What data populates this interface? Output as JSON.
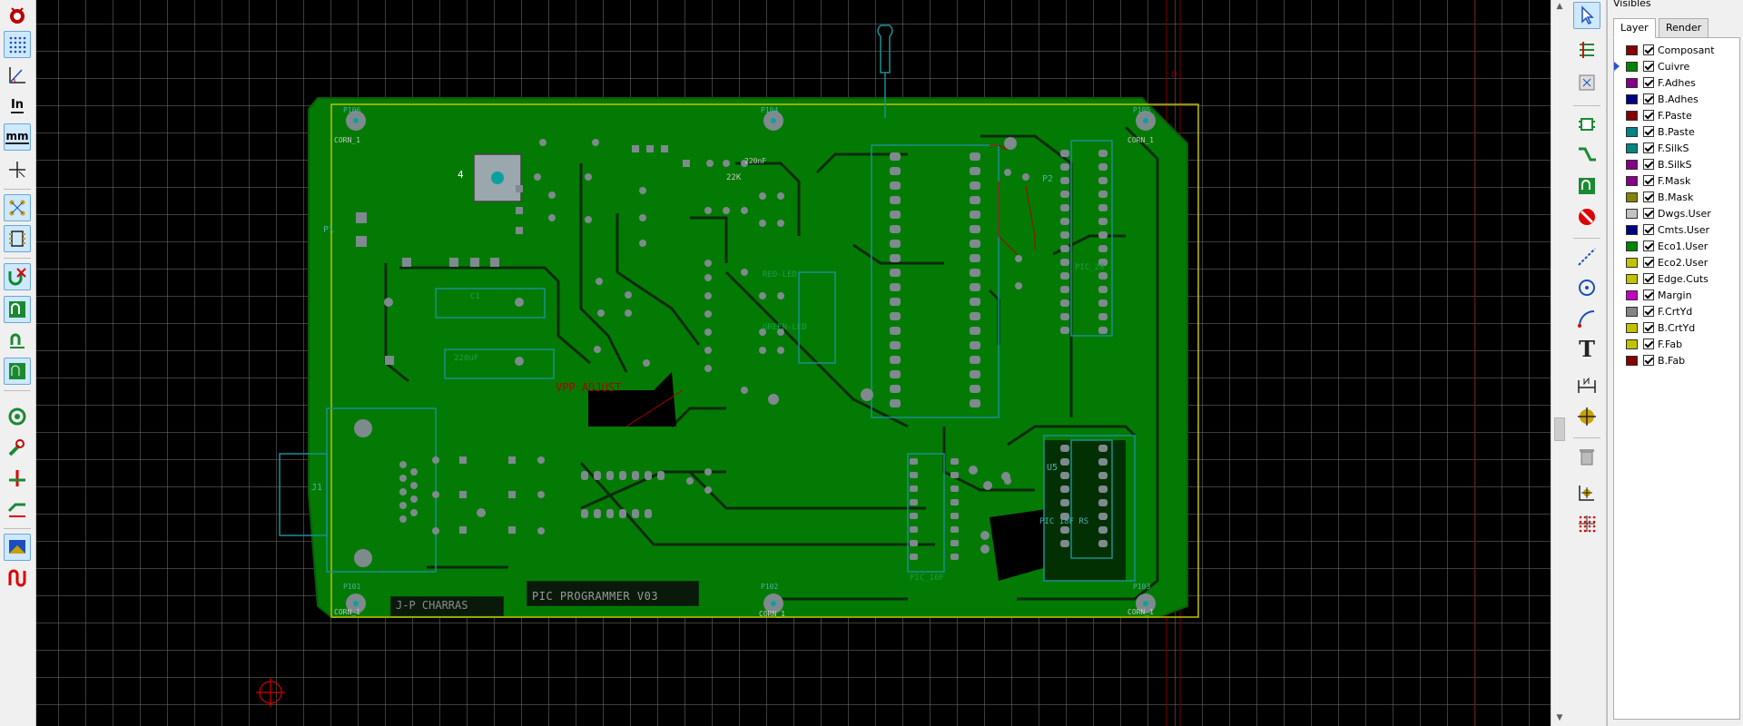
{
  "panel": {
    "title": "Visibles",
    "tabs": [
      {
        "label": "Layer",
        "active": true
      },
      {
        "label": "Render",
        "active": false
      }
    ],
    "selected_layer": "Cuivre",
    "layers": [
      {
        "name": "Composant",
        "color": "#840000",
        "checked": true
      },
      {
        "name": "Cuivre",
        "color": "#008400",
        "checked": true
      },
      {
        "name": "F.Adhes",
        "color": "#840084",
        "checked": true
      },
      {
        "name": "B.Adhes",
        "color": "#000084",
        "checked": true
      },
      {
        "name": "F.Paste",
        "color": "#840000",
        "checked": true
      },
      {
        "name": "B.Paste",
        "color": "#008484",
        "checked": true
      },
      {
        "name": "F.SilkS",
        "color": "#008484",
        "checked": true
      },
      {
        "name": "B.SilkS",
        "color": "#840084",
        "checked": true
      },
      {
        "name": "F.Mask",
        "color": "#840084",
        "checked": true
      },
      {
        "name": "B.Mask",
        "color": "#848400",
        "checked": true
      },
      {
        "name": "Dwgs.User",
        "color": "#c2c2c2",
        "checked": true
      },
      {
        "name": "Cmts.User",
        "color": "#000084",
        "checked": true
      },
      {
        "name": "Eco1.User",
        "color": "#008400",
        "checked": true
      },
      {
        "name": "Eco2.User",
        "color": "#c2c200",
        "checked": true
      },
      {
        "name": "Edge.Cuts",
        "color": "#c2c200",
        "checked": true
      },
      {
        "name": "Margin",
        "color": "#c200c2",
        "checked": true
      },
      {
        "name": "F.CrtYd",
        "color": "#848484",
        "checked": true
      },
      {
        "name": "B.CrtYd",
        "color": "#c2c200",
        "checked": true
      },
      {
        "name": "F.Fab",
        "color": "#c2c200",
        "checked": true
      },
      {
        "name": "B.Fab",
        "color": "#840000",
        "checked": true
      }
    ]
  },
  "left_toolbar": {
    "inch_label": "In",
    "mm_label": "mm"
  },
  "right_toolbar": {
    "text_tool_label": "T"
  },
  "colors": {
    "copper": "#037a03",
    "copper_edge": "#025202",
    "board_edge": "#c2c200",
    "pad": "#7e8a8e",
    "silk": "#0f8f8f",
    "courtyard": "#3a8a8a"
  },
  "board": {
    "labels": {
      "program": "PIC PROGRAMMER V03",
      "author": "J-P CHARRAS",
      "vpp": "VPP ADJUST",
      "mount_holes": [
        "P101",
        "P102",
        "P103",
        "P104",
        "P105",
        "P106"
      ],
      "corners": [
        "CORN_1",
        "CORN_1",
        "CORN_1",
        "CORN_1",
        "CORN_1"
      ],
      "connector_j1": "J1",
      "connector_p1": "P1",
      "connector_p2": "P2",
      "ic_u5": "U5",
      "resistor_top": "22K",
      "cap_top": "220nF",
      "red_led": "RED-LED",
      "green_led": "GREEN-LED",
      "pad_number": "4",
      "cap_c1": "C1",
      "cap_c2": "220uF",
      "socket_u5": "PIC 18F RS",
      "socket_bottom": "PIC_16F",
      "socket_p2": "PIC_28"
    }
  }
}
